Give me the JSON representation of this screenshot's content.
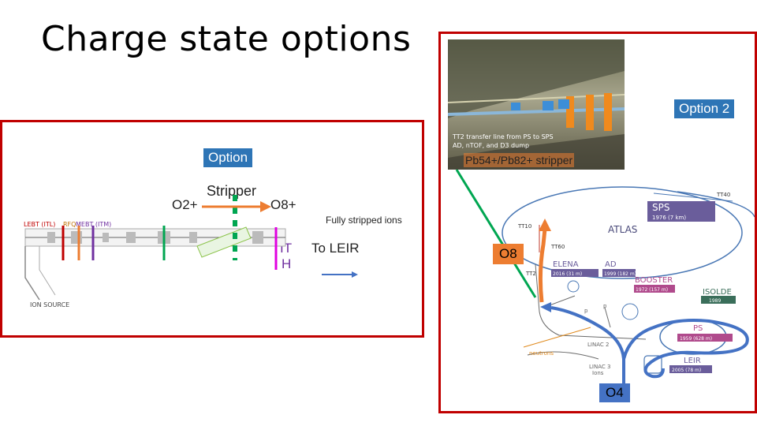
{
  "slide": {
    "title": "Charge state options"
  },
  "left_panel": {
    "option_label": "Option",
    "start_charge": "O2+",
    "stripper_label": "Stripper",
    "end_charge": "O8+",
    "fully_stripped": "Fully stripped ions",
    "ith_label_line1": "IT",
    "ith_label_line2": "H",
    "to_leir": "To LEIR",
    "linac_labels": [
      "LEBT (ITL)",
      "RFQ",
      "MEBT (ITM)"
    ],
    "ion_source": "ION SOURCE"
  },
  "right_panel": {
    "option_label": "Option 2",
    "photo_caption_line1": "TT2 transfer line from PS to SPS",
    "photo_caption_line2": "AD, nTOF, and D3 dump",
    "stripper_label": "Pb54+/Pb82+ stripper",
    "o8_label": "O8",
    "o4_label": "O4",
    "facilities": {
      "sps": "SPS",
      "sps_year": "1976 (7 km)",
      "atlas": "ATLAS",
      "elena": "ELENA",
      "elena_year": "2016 (31 m)",
      "ad": "AD",
      "ad_year": "1999 (182 m)",
      "booster": "BOOSTER",
      "booster_year": "1972 (157 m)",
      "isolde": "ISOLDE",
      "isolde_year": "1989",
      "ps": "PS",
      "ps_year": "1959 (628 m)",
      "leir": "LEIR",
      "leir_year": "2005 (78 m)",
      "linac2": "LINAC 2",
      "linac3": "LINAC 3",
      "linac3_sub": "Ions",
      "neutrons": "neutrons",
      "tt10": "TT10",
      "tt40": "TT40",
      "tt60": "TT60",
      "tt2": "TT2",
      "p1": "p",
      "p2": "p"
    }
  },
  "colors": {
    "frame": "#c00000",
    "tag_blue": "#2e75b6",
    "orange": "#ed7d31",
    "path_blue": "#4472c4",
    "green": "#00a651"
  }
}
